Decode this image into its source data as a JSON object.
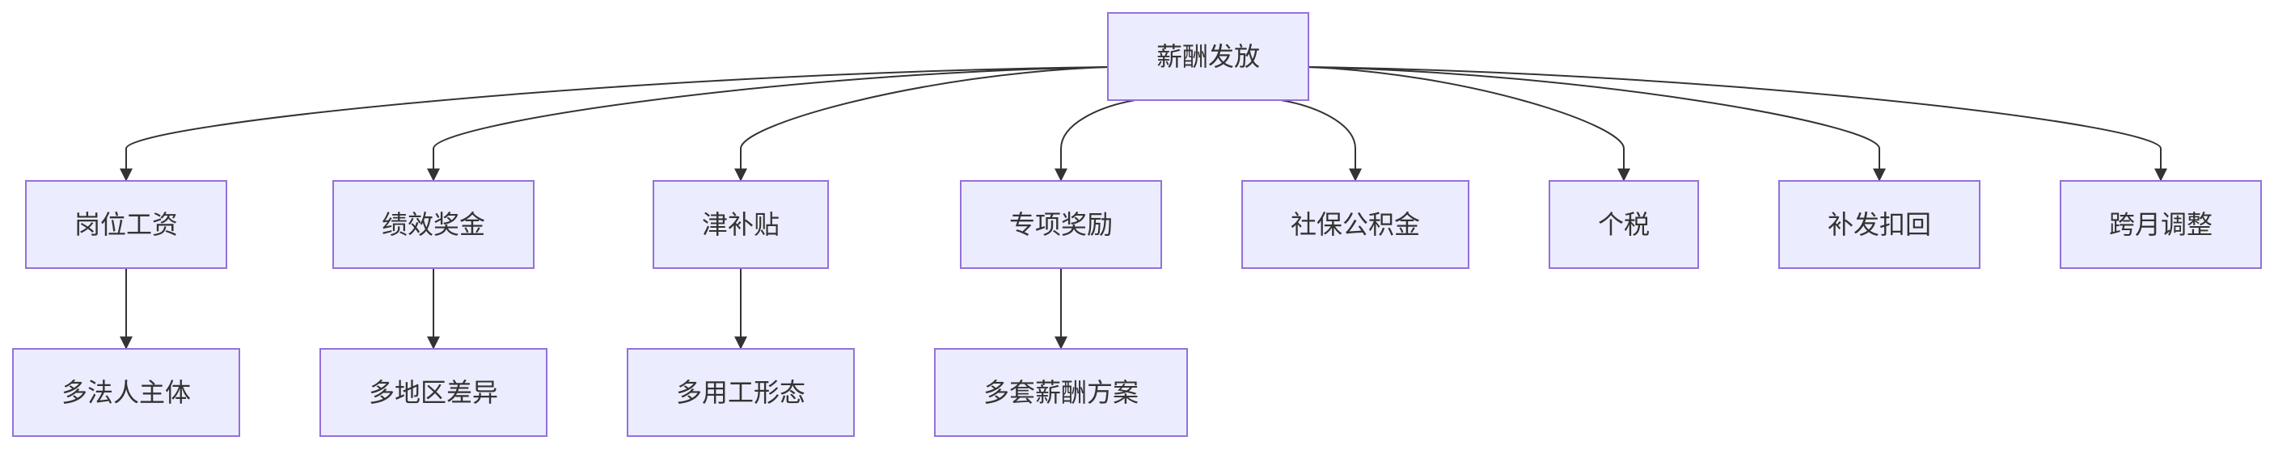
{
  "diagram": {
    "type": "flowchart-top-down",
    "colors": {
      "node_fill": "#ececff",
      "node_border": "#9370db",
      "edge": "#333333",
      "text": "#333333"
    },
    "nodes": [
      {
        "id": "root",
        "label": "薪酬发放"
      },
      {
        "id": "n1",
        "label": "岗位工资"
      },
      {
        "id": "n2",
        "label": "绩效奖金"
      },
      {
        "id": "n3",
        "label": "津补贴"
      },
      {
        "id": "n4",
        "label": "专项奖励"
      },
      {
        "id": "n5",
        "label": "社保公积金"
      },
      {
        "id": "n6",
        "label": "个税"
      },
      {
        "id": "n7",
        "label": "补发扣回"
      },
      {
        "id": "n8",
        "label": "跨月调整"
      },
      {
        "id": "c1",
        "label": "多法人主体"
      },
      {
        "id": "c2",
        "label": "多地区差异"
      },
      {
        "id": "c3",
        "label": "多用工形态"
      },
      {
        "id": "c4",
        "label": "多套薪酬方案"
      }
    ],
    "edges": [
      {
        "from": "root",
        "to": "n1"
      },
      {
        "from": "root",
        "to": "n2"
      },
      {
        "from": "root",
        "to": "n3"
      },
      {
        "from": "root",
        "to": "n4"
      },
      {
        "from": "root",
        "to": "n5"
      },
      {
        "from": "root",
        "to": "n6"
      },
      {
        "from": "root",
        "to": "n7"
      },
      {
        "from": "root",
        "to": "n8"
      },
      {
        "from": "n1",
        "to": "c1"
      },
      {
        "from": "n2",
        "to": "c2"
      },
      {
        "from": "n3",
        "to": "c3"
      },
      {
        "from": "n4",
        "to": "c4"
      }
    ]
  }
}
